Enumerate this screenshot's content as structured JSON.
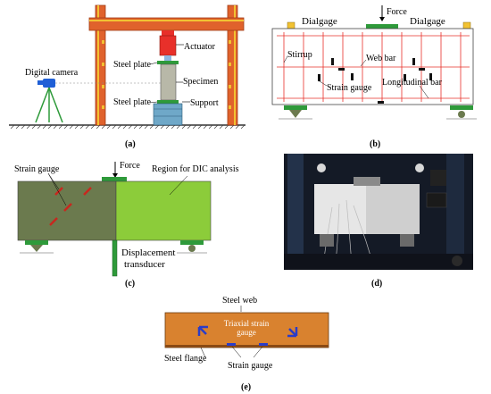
{
  "panel_a": {
    "caption": "(a)",
    "labels": {
      "actuator": "Actuator",
      "steel_plate_top": "Steel plate",
      "specimen": "Specimen",
      "steel_plate_bottom": "Steel plate",
      "support": "Support",
      "digital_camera": "Digital camera"
    }
  },
  "panel_b": {
    "caption": "(b)",
    "labels": {
      "dialgage_left": "Dialgage",
      "force": "Force",
      "dialgage_right": "Dialgage",
      "stirrup": "Stirrup",
      "web_bar": "Web bar",
      "strain_gauge": "Strain gauge",
      "longitudinal_bar": "Longitudinal bar"
    }
  },
  "panel_c": {
    "caption": "(c)",
    "labels": {
      "strain_gauge": "Strain gauge",
      "force": "Force",
      "region_dic": "Region for DIC analysis",
      "displacement": "Displacement",
      "transducer": "transducer"
    }
  },
  "panel_d": {
    "caption": "(d)"
  },
  "panel_e": {
    "caption": "(e)",
    "labels": {
      "steel_web": "Steel web",
      "triaxial_line1": "Triaxial strain",
      "triaxial_line2": "gauge",
      "steel_flange": "Steel flange",
      "strain_gauge": "Strain gauge"
    }
  },
  "colors": {
    "frame": "#e0622c",
    "frame_accent": "#f2c232",
    "red_bar": "#e8302a",
    "support_green": "#2e9a3a",
    "beam_dark_green": "#6b7a4e",
    "beam_light_green": "#8ccc3a",
    "gauge_red": "#c8281e",
    "steel_orange": "#d9822f",
    "gauge_blue": "#2a3cc8",
    "camera_blue": "#1f5fd6"
  }
}
